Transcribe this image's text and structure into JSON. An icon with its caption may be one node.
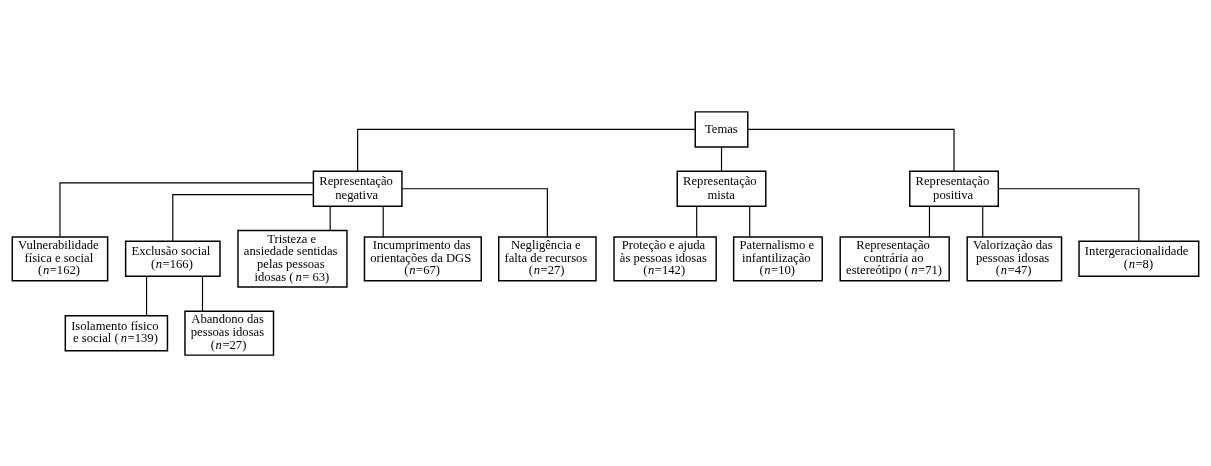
{
  "diagram": {
    "nodes": [
      {
        "text": [
          "Temas"
        ]
      },
      {
        "text": [
          "Representação negativa"
        ]
      },
      {
        "text": [
          "Representação mista"
        ]
      },
      {
        "text": [
          "Representação positiva"
        ]
      },
      {
        "text": [
          "Vulnerabilidade física e social (*n*=162)"
        ]
      },
      {
        "text": [
          "Exclusão social (*n*=166)"
        ]
      },
      {
        "text": [
          "Isolamento físico e social (*n*=139)"
        ]
      },
      {
        "text": [
          "Abandono das pessoas idosas (*n*=27)"
        ]
      },
      {
        "text": [
          "Tristeza e ansiedade sentidas pelas pessoas idosas (*n*= 63)"
        ]
      },
      {
        "text": [
          "Incumprimento das orientações da DGS (*n*=67)"
        ]
      },
      {
        "text": [
          "Negligência e falta de recursos (*n*=27)"
        ]
      },
      {
        "text": [
          "Proteção e ajuda às pessoas idosas (*n*=142)"
        ]
      },
      {
        "text": [
          "Paternalismo e infantilização (*n*=10)"
        ]
      },
      {
        "text": [
          "Representação contrária ao estereótipo (*n*=71)"
        ]
      },
      {
        "text": [
          "Valorização das pessoas idosas (*n*=47)"
        ]
      },
      {
        "text": [
          "Intergeracionalidade (*n*=8)"
        ]
      }
    ],
    "edges": [
      {
        "from": 0,
        "to": 1,
        "arrow": "none"
      },
      {
        "from": 0,
        "to": 2,
        "arrow": "none"
      },
      {
        "from": 0,
        "to": 3,
        "arrow": "none"
      },
      {
        "from": 1,
        "to": 4,
        "arrow": "none"
      },
      {
        "from": 1,
        "to": 5,
        "arrow": "none"
      },
      {
        "from": 1,
        "to": 8,
        "arrow": "none"
      },
      {
        "from": 1,
        "to": 9,
        "arrow": "none"
      },
      {
        "from": 1,
        "to": 10,
        "arrow": "none"
      },
      {
        "from": 5,
        "to": 6,
        "arrow": "none"
      },
      {
        "from": 5,
        "to": 7,
        "arrow": "none"
      },
      {
        "from": 2,
        "to": 11,
        "arrow": "none"
      },
      {
        "from": 2,
        "to": 12,
        "arrow": "none"
      },
      {
        "from": 3,
        "to": 13,
        "arrow": "none"
      },
      {
        "from": 3,
        "to": 14,
        "arrow": "none"
      },
      {
        "from": 3,
        "to": 15,
        "arrow": "none"
      }
    ]
  }
}
